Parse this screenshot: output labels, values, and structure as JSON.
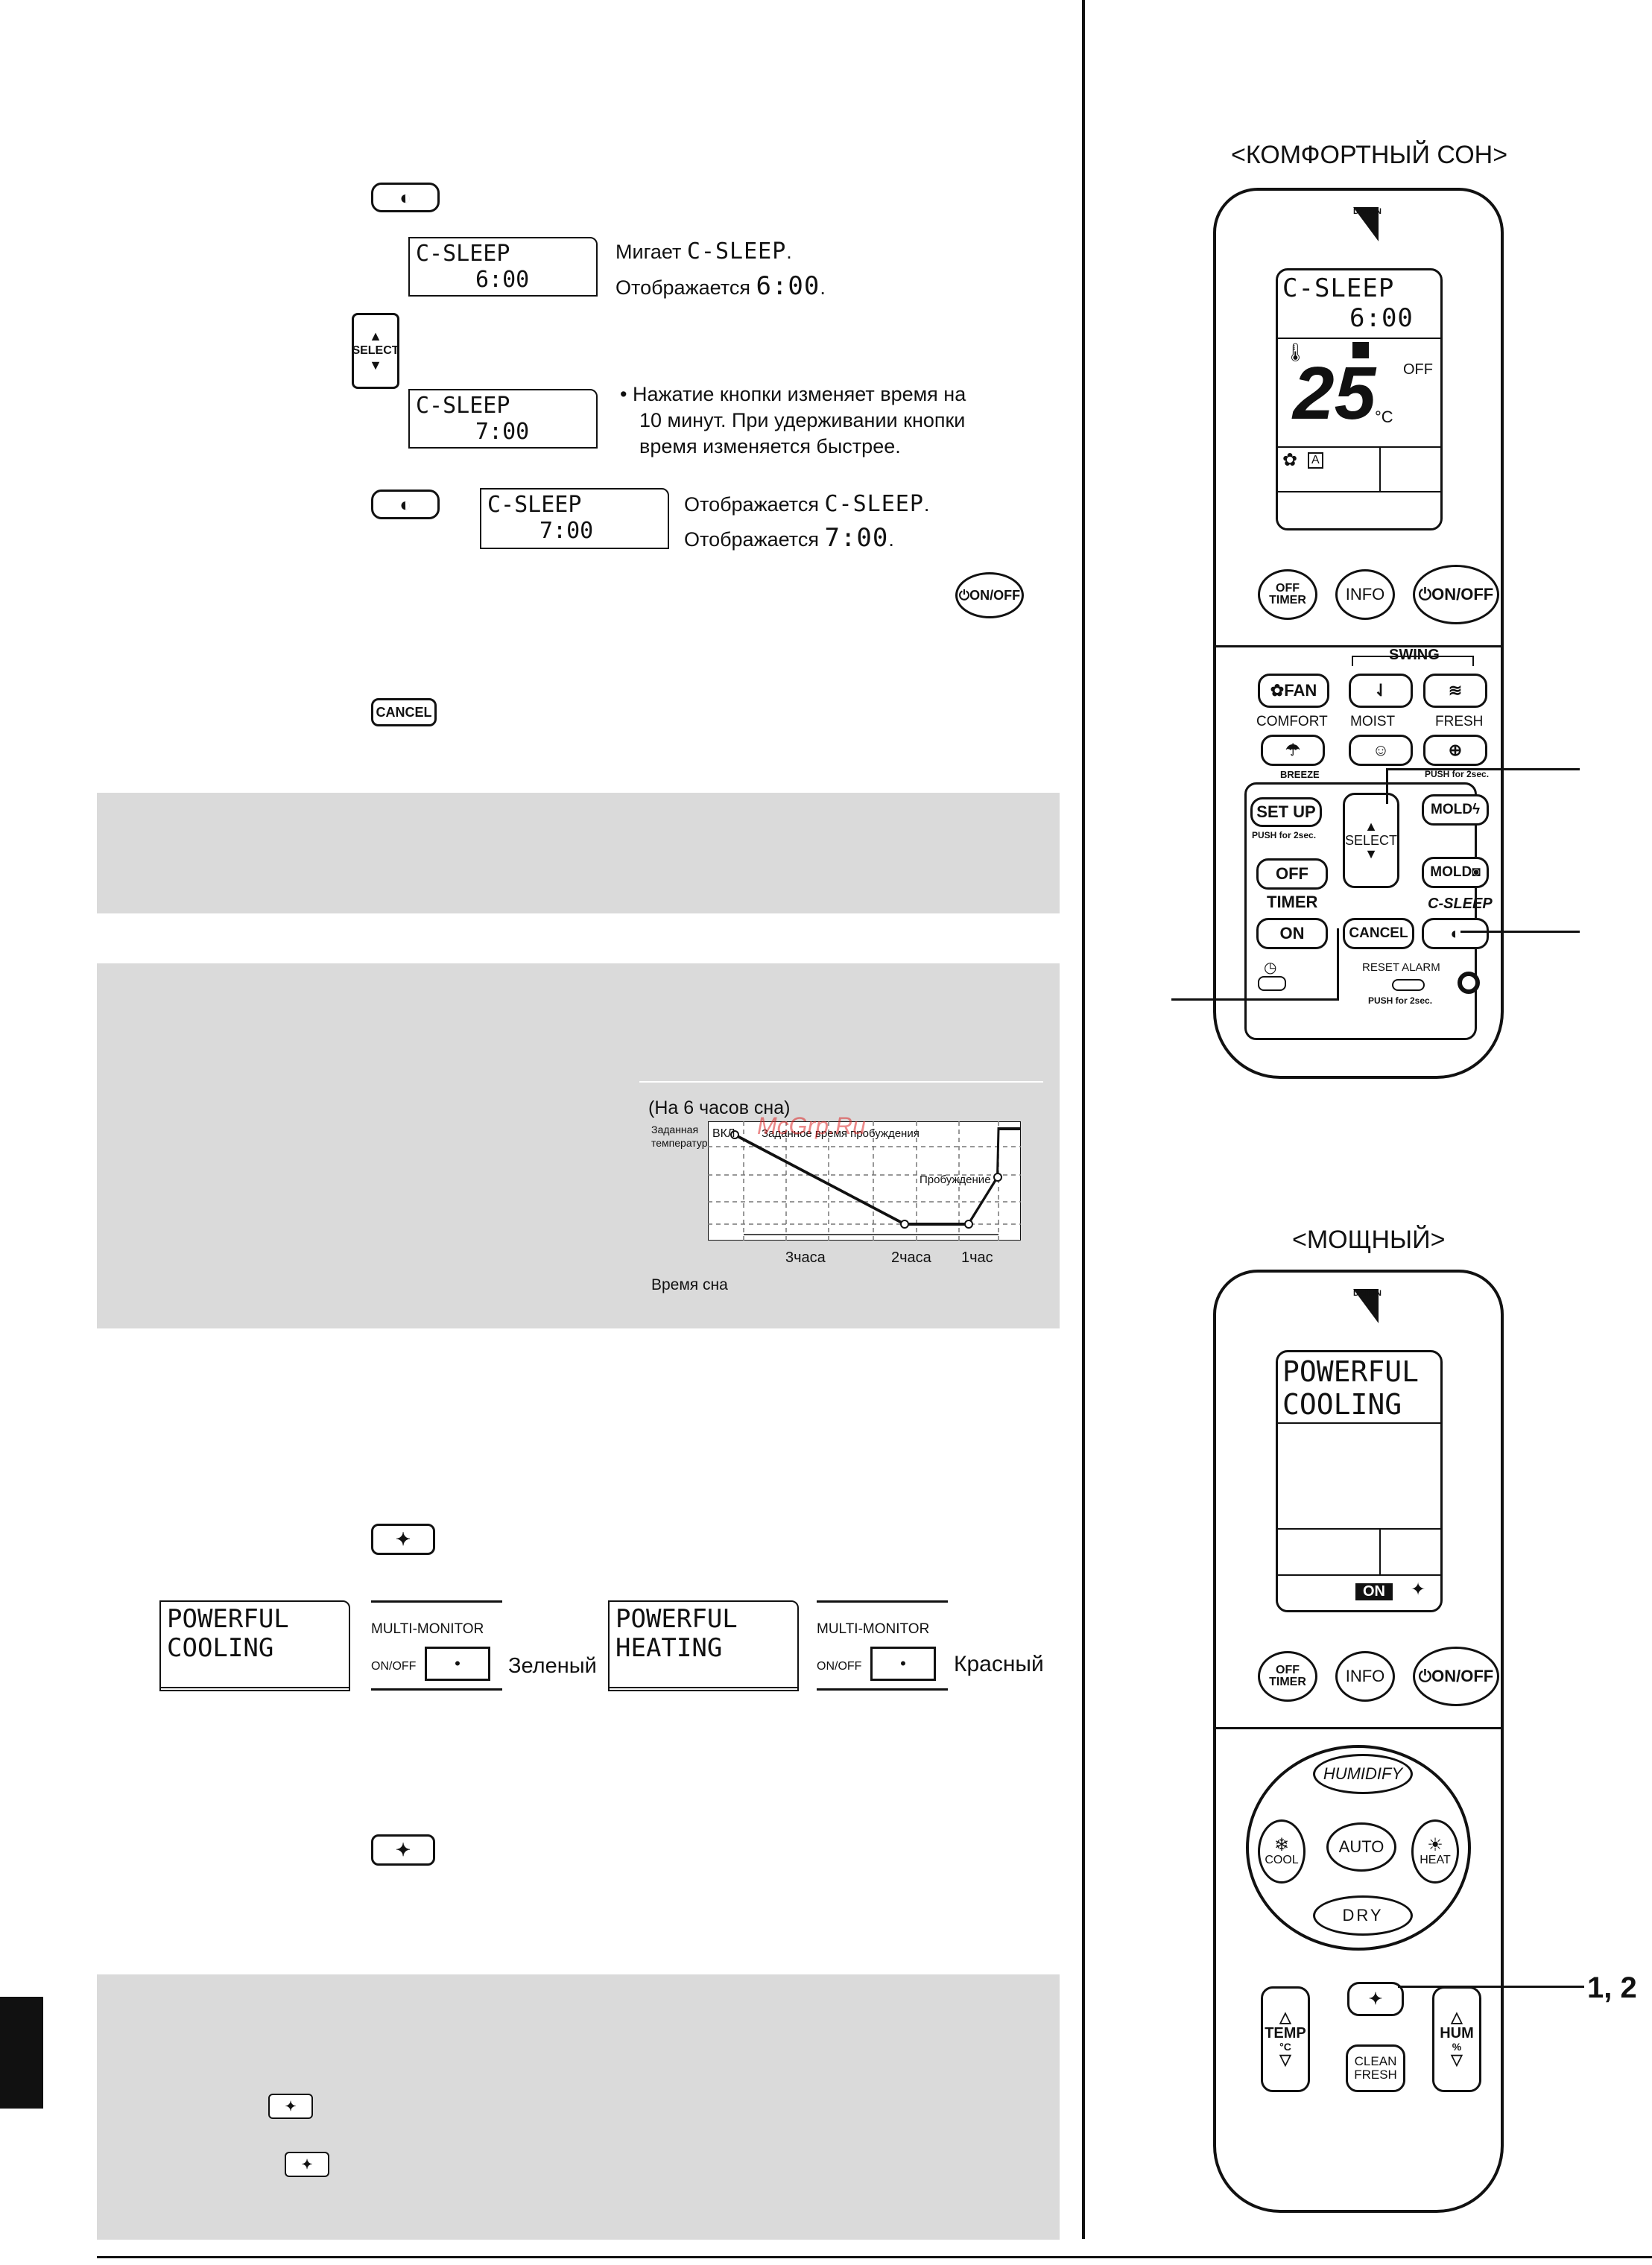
{
  "steps": {
    "lcd1": {
      "line1": "C-SLEEP",
      "line2": "6:00"
    },
    "note1a_label": "Мигает",
    "note1a_value": "C-SLEEP",
    "note1b_label": "Отображается",
    "note1b_value": "6:00",
    "select_label": "SELECT",
    "lcd2": {
      "line1": "C-SLEEP",
      "line2": "7:00"
    },
    "bullet": "• Нажатие кнопки изменяет время на",
    "bullet_l2": "10 минут. При удерживании кнопки",
    "bullet_l3": "время изменяется быстрее.",
    "lcd3": {
      "line1": "C-SLEEP",
      "line2": "7:00"
    },
    "note3a_label": "Отображается",
    "note3a_value": "C-SLEEP",
    "note3b_label": "Отображается",
    "note3b_value": "7:00",
    "onoff_label": "ON/OFF",
    "cancel_label": "CANCEL"
  },
  "graph": {
    "caption": "(На 6 часов сна)",
    "y_label_l1": "Заданная",
    "y_label_l2": "температура",
    "on_label": "ВКЛ",
    "wake_target": "Заданное время пробуждения",
    "wake": "Пробуждение",
    "seg1": "3часа",
    "seg2": "2часа",
    "seg3": "1час",
    "x_label": "Время сна",
    "watermark": "McGrp.Ru"
  },
  "powerful": {
    "lcd_cool": {
      "line1": "POWERFUL",
      "line2": "COOLING"
    },
    "lcd_heat": {
      "line1": "POWERFUL",
      "line2": "HEATING"
    },
    "multi_monitor": "MULTI-MONITOR",
    "onoff_small": "ON/OFF",
    "green": "Зеленый",
    "red": "Красный"
  },
  "remote1": {
    "heading": "<КОМФОРТНЫЙ СОН>",
    "brand": "DAIKIN",
    "lcd_line1": "C-SLEEP",
    "lcd_line2": "6:00",
    "temp": "25",
    "unit": "°C",
    "off": "OFF",
    "btn_off_timer": "OFF TIMER",
    "btn_info": "INFO",
    "btn_onoff": "ON/OFF",
    "swing": "SWING",
    "btn_fan": "FAN",
    "comfort": "COMFORT",
    "moist": "MOIST",
    "fresh": "FRESH",
    "breeze": "BREEZE",
    "push2": "PUSH for 2sec.",
    "btn_setup": "SET UP",
    "setup_push": "PUSH for 2sec.",
    "select": "SELECT",
    "mold1": "MOLD",
    "mold2": "MOLD",
    "btn_off": "OFF",
    "timer": "TIMER",
    "btn_on": "ON",
    "btn_cancel": "CANCEL",
    "csleep": "C-SLEEP",
    "reset_alarm": "RESET ALARM",
    "reset_push": "PUSH for 2sec."
  },
  "remote2": {
    "heading": "<МОЩНЫЙ>",
    "brand": "DAIKIN",
    "lcd_line1": "POWERFUL",
    "lcd_line2": "COOLING",
    "on_badge": "ON",
    "btn_off_timer": "OFF TIMER",
    "btn_info": "INFO",
    "btn_onoff": "ON/OFF",
    "humidify": "HUMIDIFY",
    "cool": "COOL",
    "auto": "AUTO",
    "heat": "HEAT",
    "dry": "DRY",
    "temp": "TEMP",
    "temp_unit": "°C",
    "clean": "CLEAN FRESH",
    "hum": "HUM",
    "hum_unit": "%",
    "callout": "1, 2"
  }
}
